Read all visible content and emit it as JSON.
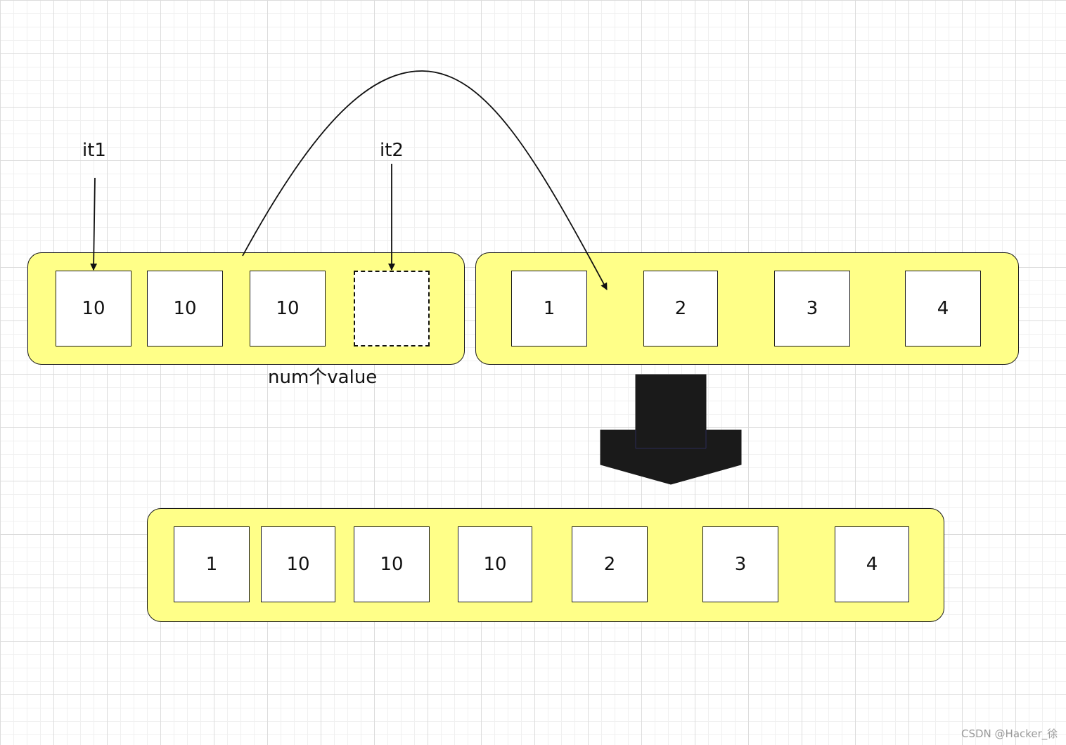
{
  "labels": {
    "it1": "it1",
    "it2": "it2",
    "num_value": "num个value"
  },
  "source": {
    "cells": [
      "10",
      "10",
      "10",
      ""
    ]
  },
  "target": {
    "cells": [
      "1",
      "2",
      "3",
      "4"
    ]
  },
  "result": {
    "cells": [
      "1",
      "10",
      "10",
      "10",
      "2",
      "3",
      "4"
    ]
  },
  "colors": {
    "container_fill": "#ffff88",
    "border": "#1a1a1a",
    "big_arrow": "#1a1a1a"
  },
  "watermark": "CSDN @Hacker_徐"
}
